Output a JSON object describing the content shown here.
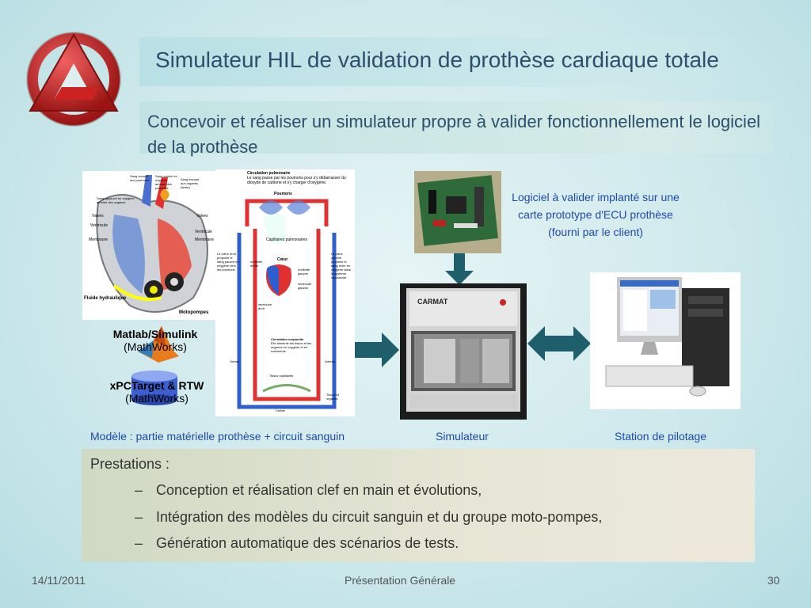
{
  "title": "Simulateur HIL de validation de prothèse cardiaque totale",
  "subtitle": "Concevoir et réaliser un simulateur propre à valider fonctionnellement le logiciel de la prothèse",
  "heart_diagram": {
    "labels": {
      "fluid": "Fluide hydraulique",
      "motopumps": "Motopompes",
      "valves": "Valves",
      "ventricle": "Ventricule",
      "membrane": "Membrane",
      "blood_poor": "Sang appauvri en oxygène arrivant des organes",
      "blood_enriched": "Sang enrichi en oxygène arrivant des poumons",
      "blood_to_lungs": "Sang envoyé aux poumons",
      "blood_to_organs": "Sang envoyé aux organes (aorte)"
    }
  },
  "circulation_diagram": {
    "top_title": "Circulation pulmonaire",
    "top_desc": "Le sang passe par les poumons pour s'y débarrasser du dioxyde de carbone et s'y charger d'oxygène.",
    "lungs": "Poumons",
    "lung_capillaries": "Capillaires pulmonaires",
    "heart": "Cœur",
    "right_atrium": "oreillette droite",
    "left_atrium": "oreillette gauche",
    "right_ventricle": "ventricule droit",
    "left_ventricle": "ventricule gauche",
    "left_note": "Le cœur droit propulse le sang pauvre en oxygène vers les poumons.",
    "right_note": "Le cœur gauche propulse le sang riche en oxygène dans le système circulatoire.",
    "bottom_title": "Circulation corporelle",
    "bottom_desc": "Elle alimente les tissus et les organes en oxygène et en nutriments.",
    "veins": "Veines",
    "arteries": "Artères",
    "tissue_capillaries": "Tissus capillaires",
    "tissues": "Tissus et organes",
    "cell": "Cellule"
  },
  "matlab": {
    "name": "Matlab/Simulink",
    "vendor": "(MathWorks)"
  },
  "xpc": {
    "name": "xPCTarget & RTW",
    "vendor": "(MathWorks)"
  },
  "ecu_text": {
    "line1": "Logiciel à valider implanté sur une",
    "line2": "carte prototype d'ECU prothèse",
    "line3": "(fourni par le client)"
  },
  "simulator_brand": "CARMAT",
  "captions": {
    "model": "Modèle :  partie matérielle prothèse  +  circuit sanguin",
    "simulator": "Simulateur",
    "station": "Station de pilotage"
  },
  "prestations": {
    "title": "Prestations :",
    "items": [
      "Conception et réalisation clef en main et évolutions,",
      "Intégration des modèles du circuit sanguin et du groupe moto-pompes,",
      "Génération automatique des scénarios de tests."
    ],
    "dash": "–"
  },
  "footer": {
    "date": "14/11/2011",
    "center": "Présentation Générale",
    "page": "30"
  },
  "colors": {
    "title": "#2d4f6e",
    "caption_blue": "#1d4aa8",
    "arrow": "#1f5f6b",
    "logo_red": "#c82828",
    "oxygen_rich": "#e03030",
    "oxygen_poor": "#2f5fcf"
  }
}
